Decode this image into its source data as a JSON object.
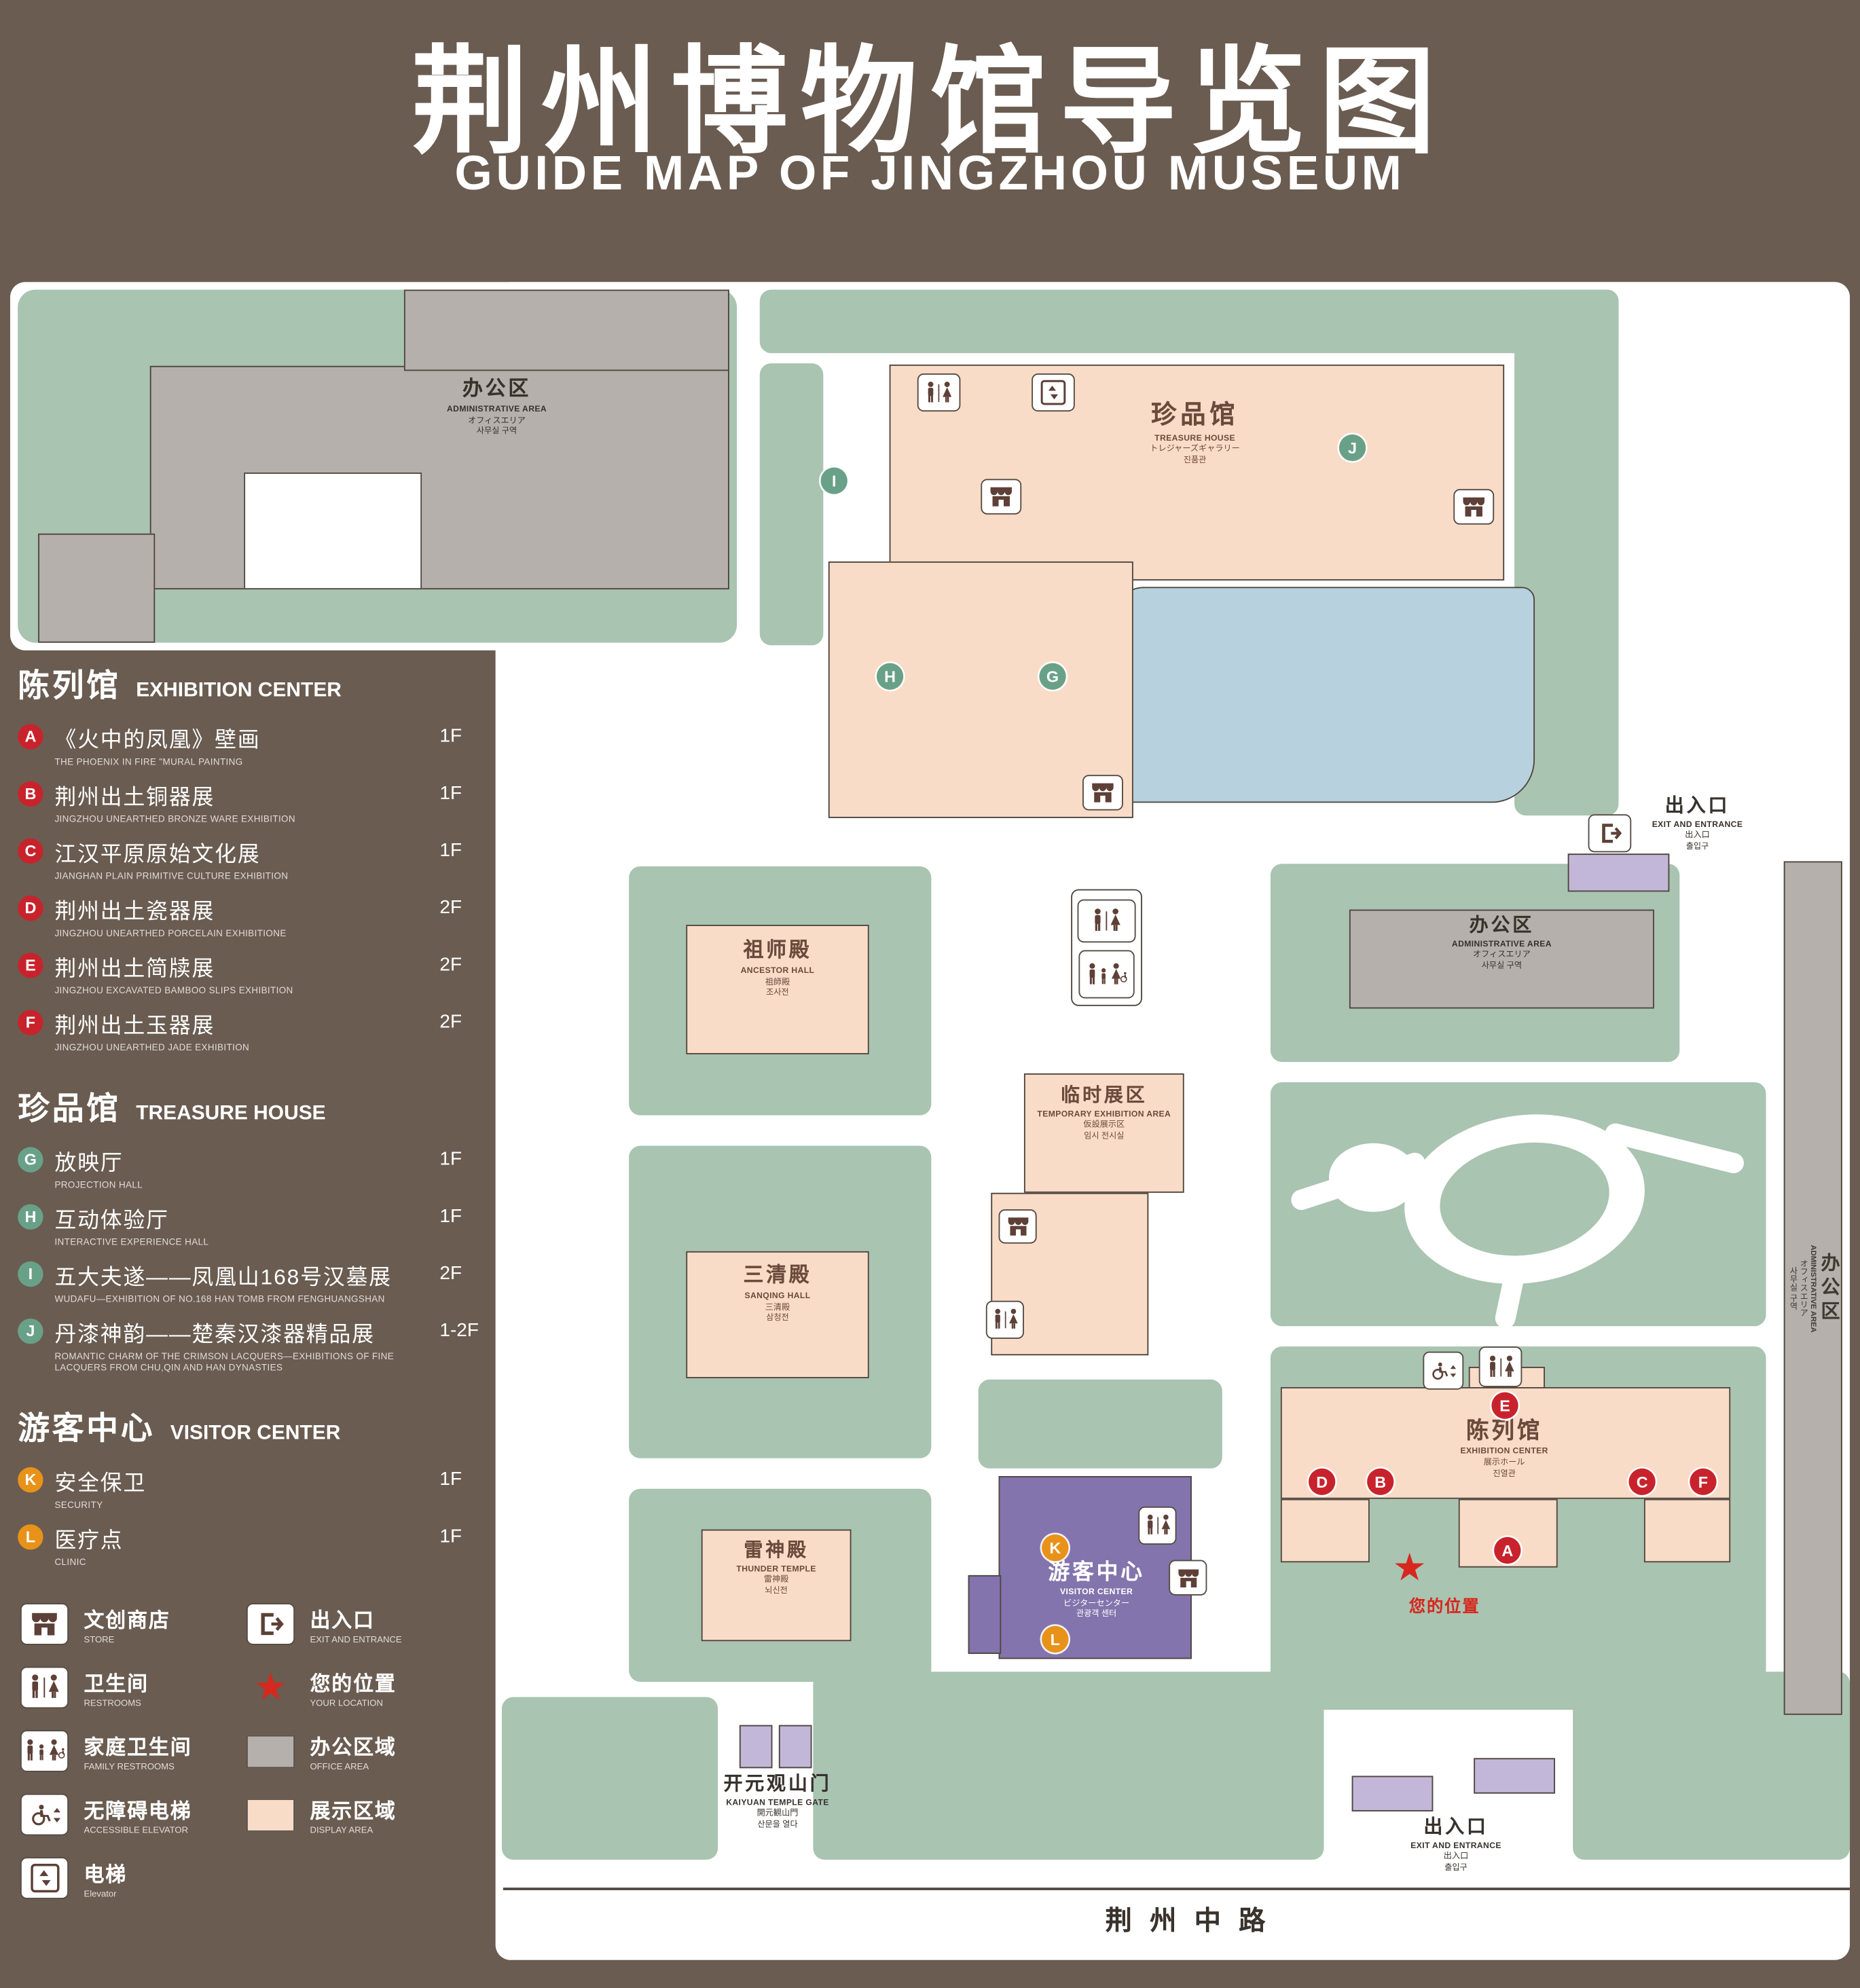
{
  "title": {
    "zh": "荆州博物馆导览图",
    "en": "GUIDE MAP OF JINGZHOU MUSEUM"
  },
  "colors": {
    "background": "#6a5c51",
    "green_area": "#a9c4b1",
    "display_area": "#f8dcc7",
    "office_area": "#b5b0ab",
    "visitor_center_purple": "#8374ad",
    "entrance_pad_purple": "#c3b7d9",
    "water_blue": "#b7d2de",
    "marker_red": "#c8232c",
    "marker_green": "#69a188",
    "marker_orange": "#e8921a",
    "location_red": "#d6281e",
    "glyph_brown": "#5d4037"
  },
  "icons": {
    "location_star": "★"
  },
  "legend": {
    "sections": [
      {
        "zh": "陈列馆",
        "en": "EXHIBITION CENTER",
        "items": [
          {
            "letter": "A",
            "zh": "《火中的凤凰》壁画",
            "en": "THE PHOENIX IN FIRE \"MURAL PAINTING",
            "floor": "1F"
          },
          {
            "letter": "B",
            "zh": "荆州出土铜器展",
            "en": "JINGZHOU UNEARTHED BRONZE WARE EXHIBITION",
            "floor": "1F"
          },
          {
            "letter": "C",
            "zh": "江汉平原原始文化展",
            "en": "JIANGHAN PLAIN PRIMITIVE CULTURE EXHIBITION",
            "floor": "1F"
          },
          {
            "letter": "D",
            "zh": "荆州出土瓷器展",
            "en": "JINGZHOU UNEARTHED PORCELAIN EXHIBITIONE",
            "floor": "2F"
          },
          {
            "letter": "E",
            "zh": "荆州出土简牍展",
            "en": "JINGZHOU EXCAVATED BAMBOO SLIPS EXHIBITION",
            "floor": "2F"
          },
          {
            "letter": "F",
            "zh": "荆州出土玉器展",
            "en": "JINGZHOU UNEARTHED JADE EXHIBITION",
            "floor": "2F"
          }
        ]
      },
      {
        "zh": "珍品馆",
        "en": "TREASURE HOUSE",
        "items": [
          {
            "letter": "G",
            "zh": "放映厅",
            "en": "PROJECTION HALL",
            "floor": "1F"
          },
          {
            "letter": "H",
            "zh": "互动体验厅",
            "en": "INTERACTIVE EXPERIENCE HALL",
            "floor": "1F"
          },
          {
            "letter": "I",
            "zh": "五大夫遂——凤凰山168号汉墓展",
            "en": "WUDAFU—EXHIBITION OF NO.168 HAN TOMB FROM FENGHUANGSHAN",
            "floor": "2F"
          },
          {
            "letter": "J",
            "zh": "丹漆神韵——楚秦汉漆器精品展",
            "en": "ROMANTIC CHARM OF THE CRIMSON LACQUERS—EXHIBITIONS OF FINE LACQUERS FROM CHU,QIN AND HAN DYNASTIES",
            "floor": "1-2F"
          }
        ]
      },
      {
        "zh": "游客中心",
        "en": "VISITOR CENTER",
        "items": [
          {
            "letter": "K",
            "zh": "安全保卫",
            "en": "SECURITY",
            "floor": "1F"
          },
          {
            "letter": "L",
            "zh": "医疗点",
            "en": "CLINIC",
            "floor": "1F"
          }
        ]
      }
    ],
    "symbols": [
      {
        "zh": "文创商店",
        "en": "STORE"
      },
      {
        "zh": "出入口",
        "en": "EXIT AND ENTRANCE"
      },
      {
        "zh": "卫生间",
        "en": "RESTROOMS"
      },
      {
        "zh": "您的位置",
        "en": "YOUR LOCATION"
      },
      {
        "zh": "家庭卫生间",
        "en": "FAMILY RESTROOMS"
      },
      {
        "zh": "办公区域",
        "en": "OFFICE AREA"
      },
      {
        "zh": "无障碍电梯",
        "en": "ACCESSIBLE ELEVATOR"
      },
      {
        "zh": "展示区域",
        "en": "DISPLAY AREA"
      },
      {
        "zh": "电梯",
        "en": "Elevator"
      }
    ]
  },
  "map": {
    "treasure_house": {
      "zh": "珍品馆",
      "en": "TREASURE HOUSE",
      "ja": "トレジャーズギャラリー",
      "ko": "진품관"
    },
    "admin_area": {
      "zh": "办公区",
      "en": "ADMINISTRATIVE AREA",
      "ja": "オフィスエリア",
      "ko": "사무실 구역"
    },
    "ancestor_hall": {
      "zh": "祖师殿",
      "en": "ANCESTOR HALL",
      "ja": "祖師殿",
      "ko": "조사전"
    },
    "temporary_area": {
      "zh": "临时展区",
      "en": "TEMPORARY EXHIBITION AREA",
      "ja": "仮設展示区",
      "ko": "임시 전시실"
    },
    "sanqing_hall": {
      "zh": "三清殿",
      "en": "SANQING HALL",
      "ja": "三清殿",
      "ko": "삼청전"
    },
    "thunder_temple": {
      "zh": "雷神殿",
      "en": "THUNDER TEMPLE",
      "ja": "雷神殿",
      "ko": "뇌신전"
    },
    "visitor_center": {
      "zh": "游客中心",
      "en": "VISITOR CENTER",
      "ja": "ビジターセンター",
      "ko": "관광객 센터"
    },
    "exhibition_center": {
      "zh": "陈列馆",
      "en": "EXHIBITION CENTER",
      "ja": "展示ホール",
      "ko": "진열관"
    },
    "gate": {
      "zh": "开元观山门",
      "en": "KAIYUAN TEMPLE GATE",
      "ja": "開元観山門",
      "ko": "산문을 열다"
    },
    "exit": {
      "zh": "出入口",
      "en": "EXIT AND ENTRANCE",
      "ja": "出入口",
      "ko": "출입구"
    },
    "road": "荆州中路",
    "your_location": "您的位置",
    "markers": [
      "A",
      "B",
      "C",
      "D",
      "E",
      "F",
      "G",
      "H",
      "I",
      "J",
      "K",
      "L"
    ]
  }
}
